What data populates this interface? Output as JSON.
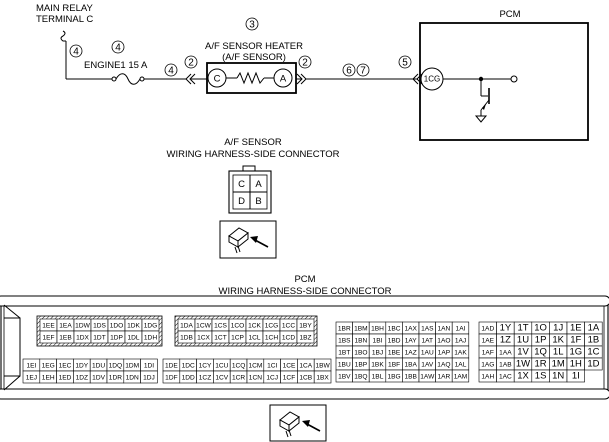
{
  "main_relay": {
    "line1": "MAIN RELAY",
    "line2": "TERMINAL C"
  },
  "fuse": "ENGINE1 15 A",
  "sensor": {
    "line1": "A/F SENSOR HEATER",
    "line2": "(A/F SENSOR)",
    "pin_c": "C",
    "pin_a": "A"
  },
  "pcm": {
    "title": "PCM",
    "terminal": "1CG"
  },
  "callouts": [
    "3",
    "4",
    "4",
    "4",
    "2",
    "2",
    "6",
    "7",
    "5"
  ],
  "sensor_connector": {
    "title1": "A/F SENSOR",
    "title2": "WIRING HARNESS-SIDE CONNECTOR",
    "pins": [
      "C",
      "A",
      "D",
      "B"
    ]
  },
  "pcm_connector": {
    "title1": "PCM",
    "title2": "WIRING HARNESS-SIDE CONNECTOR",
    "g1": [
      [
        "1EE",
        "1EA",
        "1DW",
        "1DS",
        "1DO",
        "1DK",
        "1DG"
      ],
      [
        "1EF",
        "1EB",
        "1DX",
        "1DT",
        "1DP",
        "1DL",
        "1DH"
      ]
    ],
    "g2": [
      [
        "1DA",
        "1CW",
        "1CS",
        "1CO",
        "1CK",
        "1CG",
        "1CC",
        "1BY"
      ],
      [
        "1DB",
        "1CX",
        "1CT",
        "1CP",
        "1CL",
        "1CH",
        "1CD",
        "1BZ"
      ]
    ],
    "g3": [
      [
        "1EI",
        "1EG",
        "1EC",
        "1DY",
        "1DU",
        "1DQ",
        "1DM",
        "1DI"
      ],
      [
        "1EJ",
        "1EH",
        "1ED",
        "1DZ",
        "1DV",
        "1DR",
        "1DN",
        "1DJ"
      ]
    ],
    "g4": [
      [
        "1DE",
        "1DC",
        "1CY",
        "1CU",
        "1CQ",
        "1CM",
        "1CI",
        "1CE",
        "1CA",
        "1BW"
      ],
      [
        "1DF",
        "1DD",
        "1CZ",
        "1CV",
        "1CR",
        "1CN",
        "1CJ",
        "1CF",
        "1CB",
        "1BX"
      ]
    ],
    "g5": [
      [
        "1BR",
        "1BM",
        "1BH",
        "1BC",
        "1AX",
        "1AS",
        "1AN",
        "1AI"
      ],
      [
        "1BS",
        "1BN",
        "1BI",
        "1BD",
        "1AY",
        "1AT",
        "1AO",
        "1AJ"
      ],
      [
        "1BT",
        "1BO",
        "1BJ",
        "1BE",
        "1AZ",
        "1AU",
        "1AP",
        "1AK"
      ],
      [
        "1BU",
        "1BP",
        "1BK",
        "1BF",
        "1BA",
        "1AV",
        "1AQ",
        "1AL"
      ],
      [
        "1BV",
        "1BQ",
        "1BL",
        "1BG",
        "1BB",
        "1AW",
        "1AR",
        "1AM"
      ]
    ],
    "g6": [
      [
        "1AD",
        "1Y",
        "1T",
        "1O",
        "1J",
        "1E",
        "1A"
      ],
      [
        "1AE",
        "1Z",
        "1U",
        "1P",
        "1K",
        "1F",
        "1B"
      ],
      [
        "1AF",
        "1AA",
        "1V",
        "1Q",
        "1L",
        "1G",
        "1C"
      ],
      [
        "1AG",
        "1AB",
        "1W",
        "1R",
        "1M",
        "1H",
        "1D"
      ],
      [
        "1AH",
        "1AC",
        "1X",
        "1S",
        "1N",
        "1I"
      ]
    ]
  }
}
